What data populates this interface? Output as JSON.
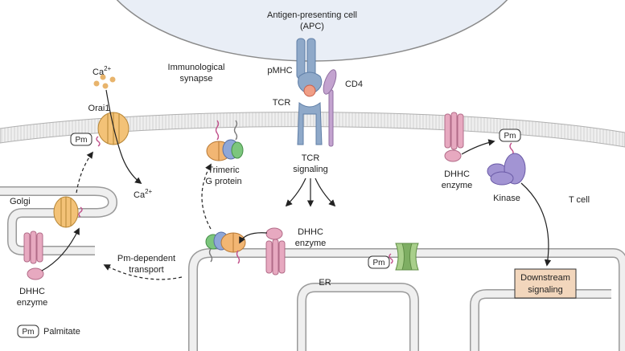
{
  "apc": {
    "title_line1": "Antigen-presenting cell",
    "title_line2": "(APC)"
  },
  "synapse": {
    "line1": "Immunological",
    "line2": "synapse"
  },
  "tcr_complex": {
    "pmhc": "pMHC",
    "cd4": "CD4",
    "tcr": "TCR"
  },
  "tcr_signaling": {
    "line1": "TCR",
    "line2": "signaling"
  },
  "calcium": {
    "ion": "Ca",
    "charge": "2+"
  },
  "orai": {
    "label": "Orai1"
  },
  "golgi": {
    "label": "Golgi"
  },
  "g_protein": {
    "line1": "Trimeric",
    "line2": "G protein"
  },
  "dhhc_enzyme": {
    "line1": "DHHC",
    "line2": "enzyme"
  },
  "kinase": {
    "label": "Kinase"
  },
  "t_cell": {
    "label": "T cell"
  },
  "downstream": {
    "line1": "Downstream",
    "line2": "signaling"
  },
  "transport": {
    "line1": "Pm-dependent",
    "line2": "transport"
  },
  "er": {
    "label": "ER"
  },
  "pm_tag": "Pm",
  "legend": {
    "tag": "Pm",
    "label": "Palmitate"
  },
  "colors": {
    "apc_fill": "#e9eef6",
    "membrane_fill": "#ececec",
    "membrane_edge": "#b0b0b0",
    "tcr_blue": "#8fa9c9",
    "pink_helix": "#e7a9c0",
    "orai_yellow": "#f3c277",
    "g_orange": "#f2b673",
    "g_blue": "#8fa7d8",
    "g_green": "#7cc67d",
    "cd4_purple": "#c3a3cf",
    "kinase_purple": "#a294d3",
    "er_channel_green": "#a9cf8b",
    "downstream_box": "#f2d6bc"
  }
}
